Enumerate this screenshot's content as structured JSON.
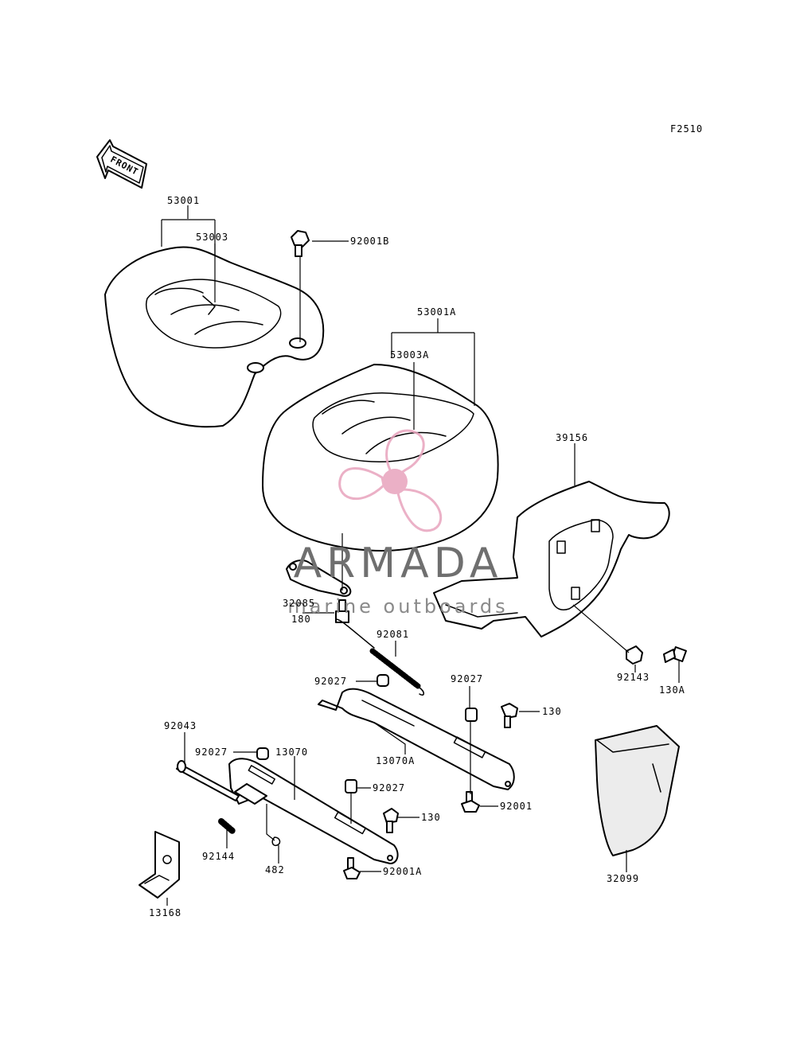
{
  "diagram": {
    "figure_code": "F2510",
    "front_arrow_label": "FRONT",
    "watermark": {
      "brand": "ARMADA",
      "tagline": "marine outboards",
      "logo_color": "#e8a3bd"
    },
    "labels": {
      "p53001": "53001",
      "p53003": "53003",
      "p92001B": "92001B",
      "p53001A": "53001A",
      "p53003A": "53003A",
      "p39156": "39156",
      "p32085": "32085",
      "p180": "180",
      "p92081": "92081",
      "p92027_a": "92027",
      "p92027_b": "92027",
      "p92143": "92143",
      "p130A": "130A",
      "p130_a": "130",
      "p13070A": "13070A",
      "p92043": "92043",
      "p92027_c": "92027",
      "p13070": "13070",
      "p92027_d": "92027",
      "p92001": "92001",
      "p130_b": "130",
      "p92144": "92144",
      "p482": "482",
      "p92001A": "92001A",
      "p32099": "32099",
      "p13168": "13168"
    }
  }
}
